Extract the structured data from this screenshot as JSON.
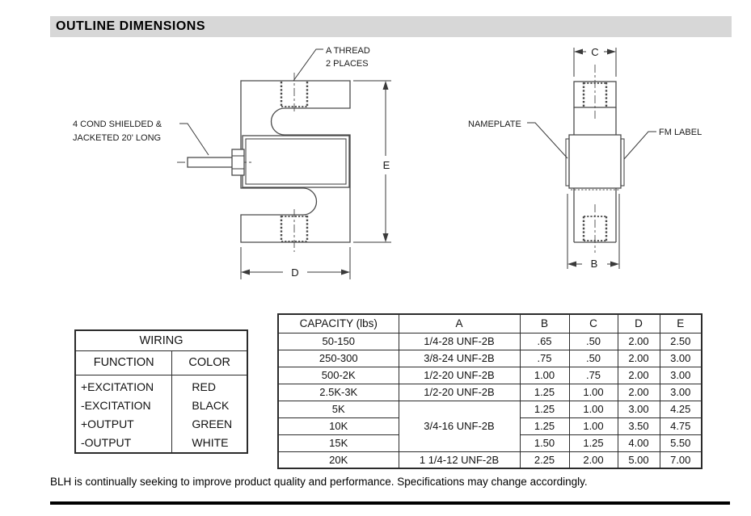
{
  "header": {
    "title": "OUTLINE DIMENSIONS"
  },
  "drawing": {
    "labels": {
      "a_thread_1": "A THREAD",
      "a_thread_2": "2 PLACES",
      "cable_1": "4 COND SHIELDED &",
      "cable_2": "JACKETED 20' LONG",
      "nameplate": "NAMEPLATE",
      "fm_label": "FM LABEL",
      "dim_e": "E",
      "dim_d": "D",
      "dim_c": "C",
      "dim_b": "B"
    }
  },
  "wiring_table": {
    "title": "WIRING",
    "columns": [
      "FUNCTION",
      "COLOR"
    ],
    "rows": [
      [
        "+EXCITATION",
        "RED"
      ],
      [
        "-EXCITATION",
        "BLACK"
      ],
      [
        "+OUTPUT",
        "GREEN"
      ],
      [
        "-OUTPUT",
        "WHITE"
      ]
    ]
  },
  "capacity_table": {
    "columns": [
      "CAPACITY (lbs)",
      "A",
      "B",
      "C",
      "D",
      "E"
    ],
    "rows": [
      [
        "50-150",
        "1/4-28 UNF-2B",
        ".65",
        ".50",
        "2.00",
        "2.50"
      ],
      [
        "250-300",
        "3/8-24 UNF-2B",
        ".75",
        ".50",
        "2.00",
        "3.00"
      ],
      [
        "500-2K",
        "1/2-20 UNF-2B",
        "1.00",
        ".75",
        "2.00",
        "3.00"
      ],
      [
        "2.5K-3K",
        "1/2-20 UNF-2B",
        "1.25",
        "1.00",
        "2.00",
        "3.00"
      ],
      [
        "5K",
        "3/4-16 UNF-2B",
        "1.25",
        "1.00",
        "3.00",
        "4.25"
      ],
      [
        "10K",
        "",
        "1.25",
        "1.00",
        "3.50",
        "4.75"
      ],
      [
        "15K",
        "",
        "1.50",
        "1.25",
        "4.00",
        "5.50"
      ],
      [
        "20K",
        "1 1/4-12 UNF-2B",
        "2.25",
        "2.00",
        "5.00",
        "7.00"
      ]
    ]
  },
  "footer": {
    "note": "BLH is continually seeking to improve product quality and performance. Specifications may change accordingly."
  },
  "colors": {
    "header_bg": "#d7d7d7",
    "line": "#4a4a4a",
    "text": "#111111"
  }
}
